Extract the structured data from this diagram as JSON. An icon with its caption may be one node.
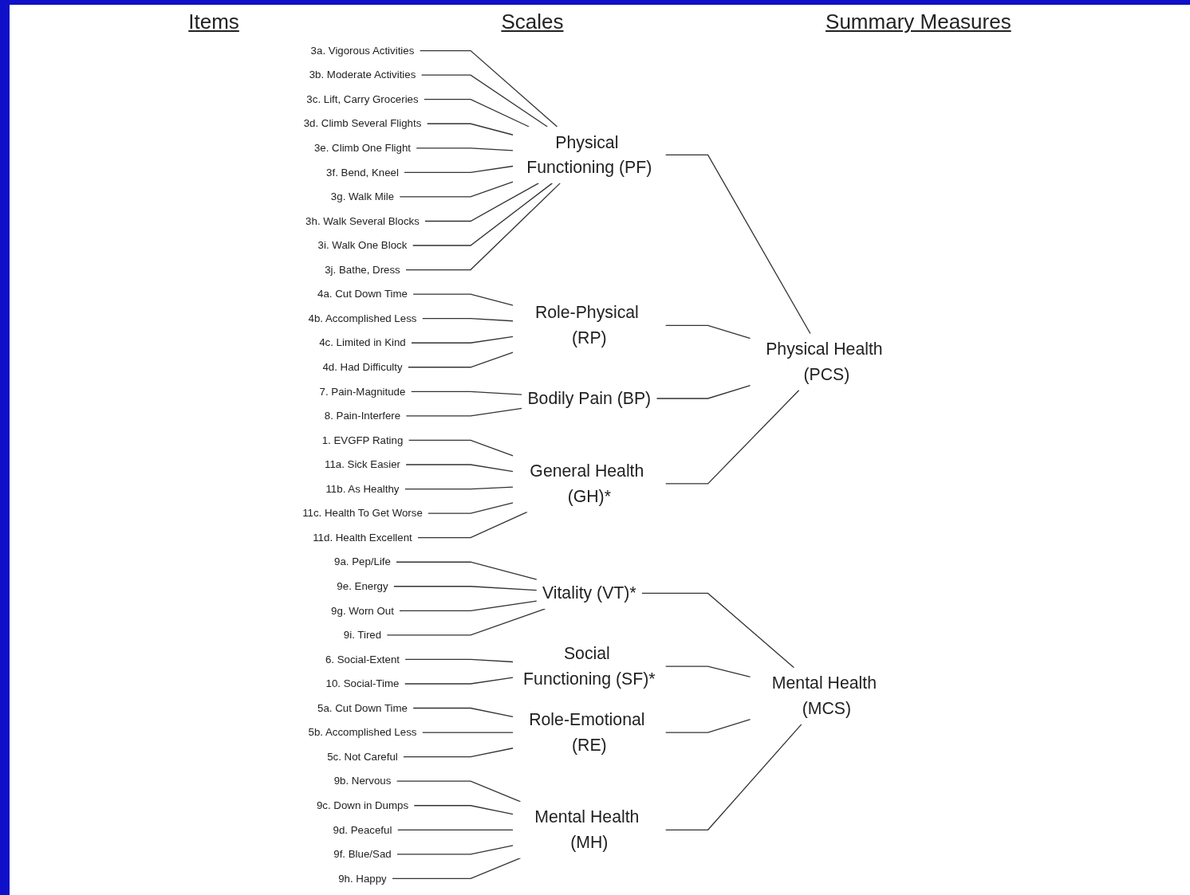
{
  "diagram": {
    "nodes": [
      {
        "text": [
          "3a. Vigorous Activities"
        ]
      },
      {
        "text": [
          "3b. Moderate Activities"
        ]
      },
      {
        "text": [
          "3c. Lift, Carry Groceries"
        ]
      },
      {
        "text": [
          "3d. Climb Several Flights"
        ]
      },
      {
        "text": [
          "3e. Climb One Flight"
        ]
      },
      {
        "text": [
          "3f. Bend, Kneel"
        ]
      },
      {
        "text": [
          "3g. Walk Mile"
        ]
      },
      {
        "text": [
          "3h. Walk Several Blocks"
        ]
      },
      {
        "text": [
          "3i. Walk One Block"
        ]
      },
      {
        "text": [
          "3j. Bathe, Dress"
        ]
      },
      {
        "text": [
          "4a. Cut Down Time"
        ]
      },
      {
        "text": [
          "4b. Accomplished Less"
        ]
      },
      {
        "text": [
          "4c. Limited in Kind"
        ]
      },
      {
        "text": [
          "4d. Had Difficulty"
        ]
      },
      {
        "text": [
          "7. Pain-Magnitude"
        ]
      },
      {
        "text": [
          "8. Pain-Interfere"
        ]
      },
      {
        "text": [
          "1. EVGFP Rating"
        ]
      },
      {
        "text": [
          "11a. Sick Easier"
        ]
      },
      {
        "text": [
          "11b. As Healthy"
        ]
      },
      {
        "text": [
          "11c. Health To Get Worse"
        ]
      },
      {
        "text": [
          "11d. Health Excellent"
        ]
      },
      {
        "text": [
          "9a. Pep/Life"
        ]
      },
      {
        "text": [
          "9e. Energy"
        ]
      },
      {
        "text": [
          "9g. Worn Out"
        ]
      },
      {
        "text": [
          "9i. Tired"
        ]
      },
      {
        "text": [
          "6. Social-Extent"
        ]
      },
      {
        "text": [
          "10. Social-Time"
        ]
      },
      {
        "text": [
          "5a. Cut Down Time"
        ]
      },
      {
        "text": [
          "5b. Accomplished Less"
        ]
      },
      {
        "text": [
          "5c. Not Careful"
        ]
      },
      {
        "text": [
          "9b. Nervous"
        ]
      },
      {
        "text": [
          "9c. Down in Dumps"
        ]
      },
      {
        "text": [
          "9d. Peaceful"
        ]
      },
      {
        "text": [
          "9f. Blue/Sad"
        ]
      },
      {
        "text": [
          "9h. Happy"
        ]
      },
      {
        "text": [
          "Physical Functioning (PF)"
        ]
      },
      {
        "text": [
          "Role-Physical (RP)"
        ]
      },
      {
        "text": [
          "Bodily Pain (BP)"
        ]
      },
      {
        "text": [
          "General Health (GH)*"
        ]
      },
      {
        "text": [
          "Vitality (VT)*"
        ]
      },
      {
        "text": [
          "Social Functioning (SF)*"
        ]
      },
      {
        "text": [
          "Role-Emotional (RE)"
        ]
      },
      {
        "text": [
          "Mental Health (MH)"
        ]
      },
      {
        "text": [
          "Physical Health (PCS)"
        ]
      },
      {
        "text": [
          "Mental Health (MCS)"
        ]
      }
    ],
    "edges": [
      {
        "from": 0,
        "to": 35,
        "arrow": "none"
      },
      {
        "from": 1,
        "to": 35,
        "arrow": "none"
      },
      {
        "from": 2,
        "to": 35,
        "arrow": "none"
      },
      {
        "from": 3,
        "to": 35,
        "arrow": "none"
      },
      {
        "from": 4,
        "to": 35,
        "arrow": "none"
      },
      {
        "from": 5,
        "to": 35,
        "arrow": "none"
      },
      {
        "from": 6,
        "to": 35,
        "arrow": "none"
      },
      {
        "from": 7,
        "to": 35,
        "arrow": "none"
      },
      {
        "from": 8,
        "to": 35,
        "arrow": "none"
      },
      {
        "from": 9,
        "to": 35,
        "arrow": "none"
      },
      {
        "from": 10,
        "to": 36,
        "arrow": "none"
      },
      {
        "from": 11,
        "to": 36,
        "arrow": "none"
      },
      {
        "from": 12,
        "to": 36,
        "arrow": "none"
      },
      {
        "from": 13,
        "to": 36,
        "arrow": "none"
      },
      {
        "from": 14,
        "to": 37,
        "arrow": "none"
      },
      {
        "from": 15,
        "to": 37,
        "arrow": "none"
      },
      {
        "from": 16,
        "to": 38,
        "arrow": "none"
      },
      {
        "from": 17,
        "to": 38,
        "arrow": "none"
      },
      {
        "from": 18,
        "to": 38,
        "arrow": "none"
      },
      {
        "from": 19,
        "to": 38,
        "arrow": "none"
      },
      {
        "from": 20,
        "to": 38,
        "arrow": "none"
      },
      {
        "from": 21,
        "to": 39,
        "arrow": "none"
      },
      {
        "from": 22,
        "to": 39,
        "arrow": "none"
      },
      {
        "from": 23,
        "to": 39,
        "arrow": "none"
      },
      {
        "from": 24,
        "to": 39,
        "arrow": "none"
      },
      {
        "from": 25,
        "to": 40,
        "arrow": "none"
      },
      {
        "from": 26,
        "to": 40,
        "arrow": "none"
      },
      {
        "from": 27,
        "to": 41,
        "arrow": "none"
      },
      {
        "from": 28,
        "to": 41,
        "arrow": "none"
      },
      {
        "from": 29,
        "to": 41,
        "arrow": "none"
      },
      {
        "from": 30,
        "to": 42,
        "arrow": "none"
      },
      {
        "from": 31,
        "to": 42,
        "arrow": "none"
      },
      {
        "from": 32,
        "to": 42,
        "arrow": "none"
      },
      {
        "from": 33,
        "to": 42,
        "arrow": "none"
      },
      {
        "from": 34,
        "to": 42,
        "arrow": "none"
      },
      {
        "from": 35,
        "to": 43,
        "arrow": "none"
      },
      {
        "from": 36,
        "to": 43,
        "arrow": "none"
      },
      {
        "from": 37,
        "to": 43,
        "arrow": "none"
      },
      {
        "from": 38,
        "to": 43,
        "arrow": "none"
      },
      {
        "from": 39,
        "to": 44,
        "arrow": "none"
      },
      {
        "from": 40,
        "to": 44,
        "arrow": "none"
      },
      {
        "from": 41,
        "to": 44,
        "arrow": "none"
      },
      {
        "from": 42,
        "to": 44,
        "arrow": "none"
      }
    ],
    "labels": [
      "Items",
      "Scales",
      "Summary Measures"
    ]
  }
}
